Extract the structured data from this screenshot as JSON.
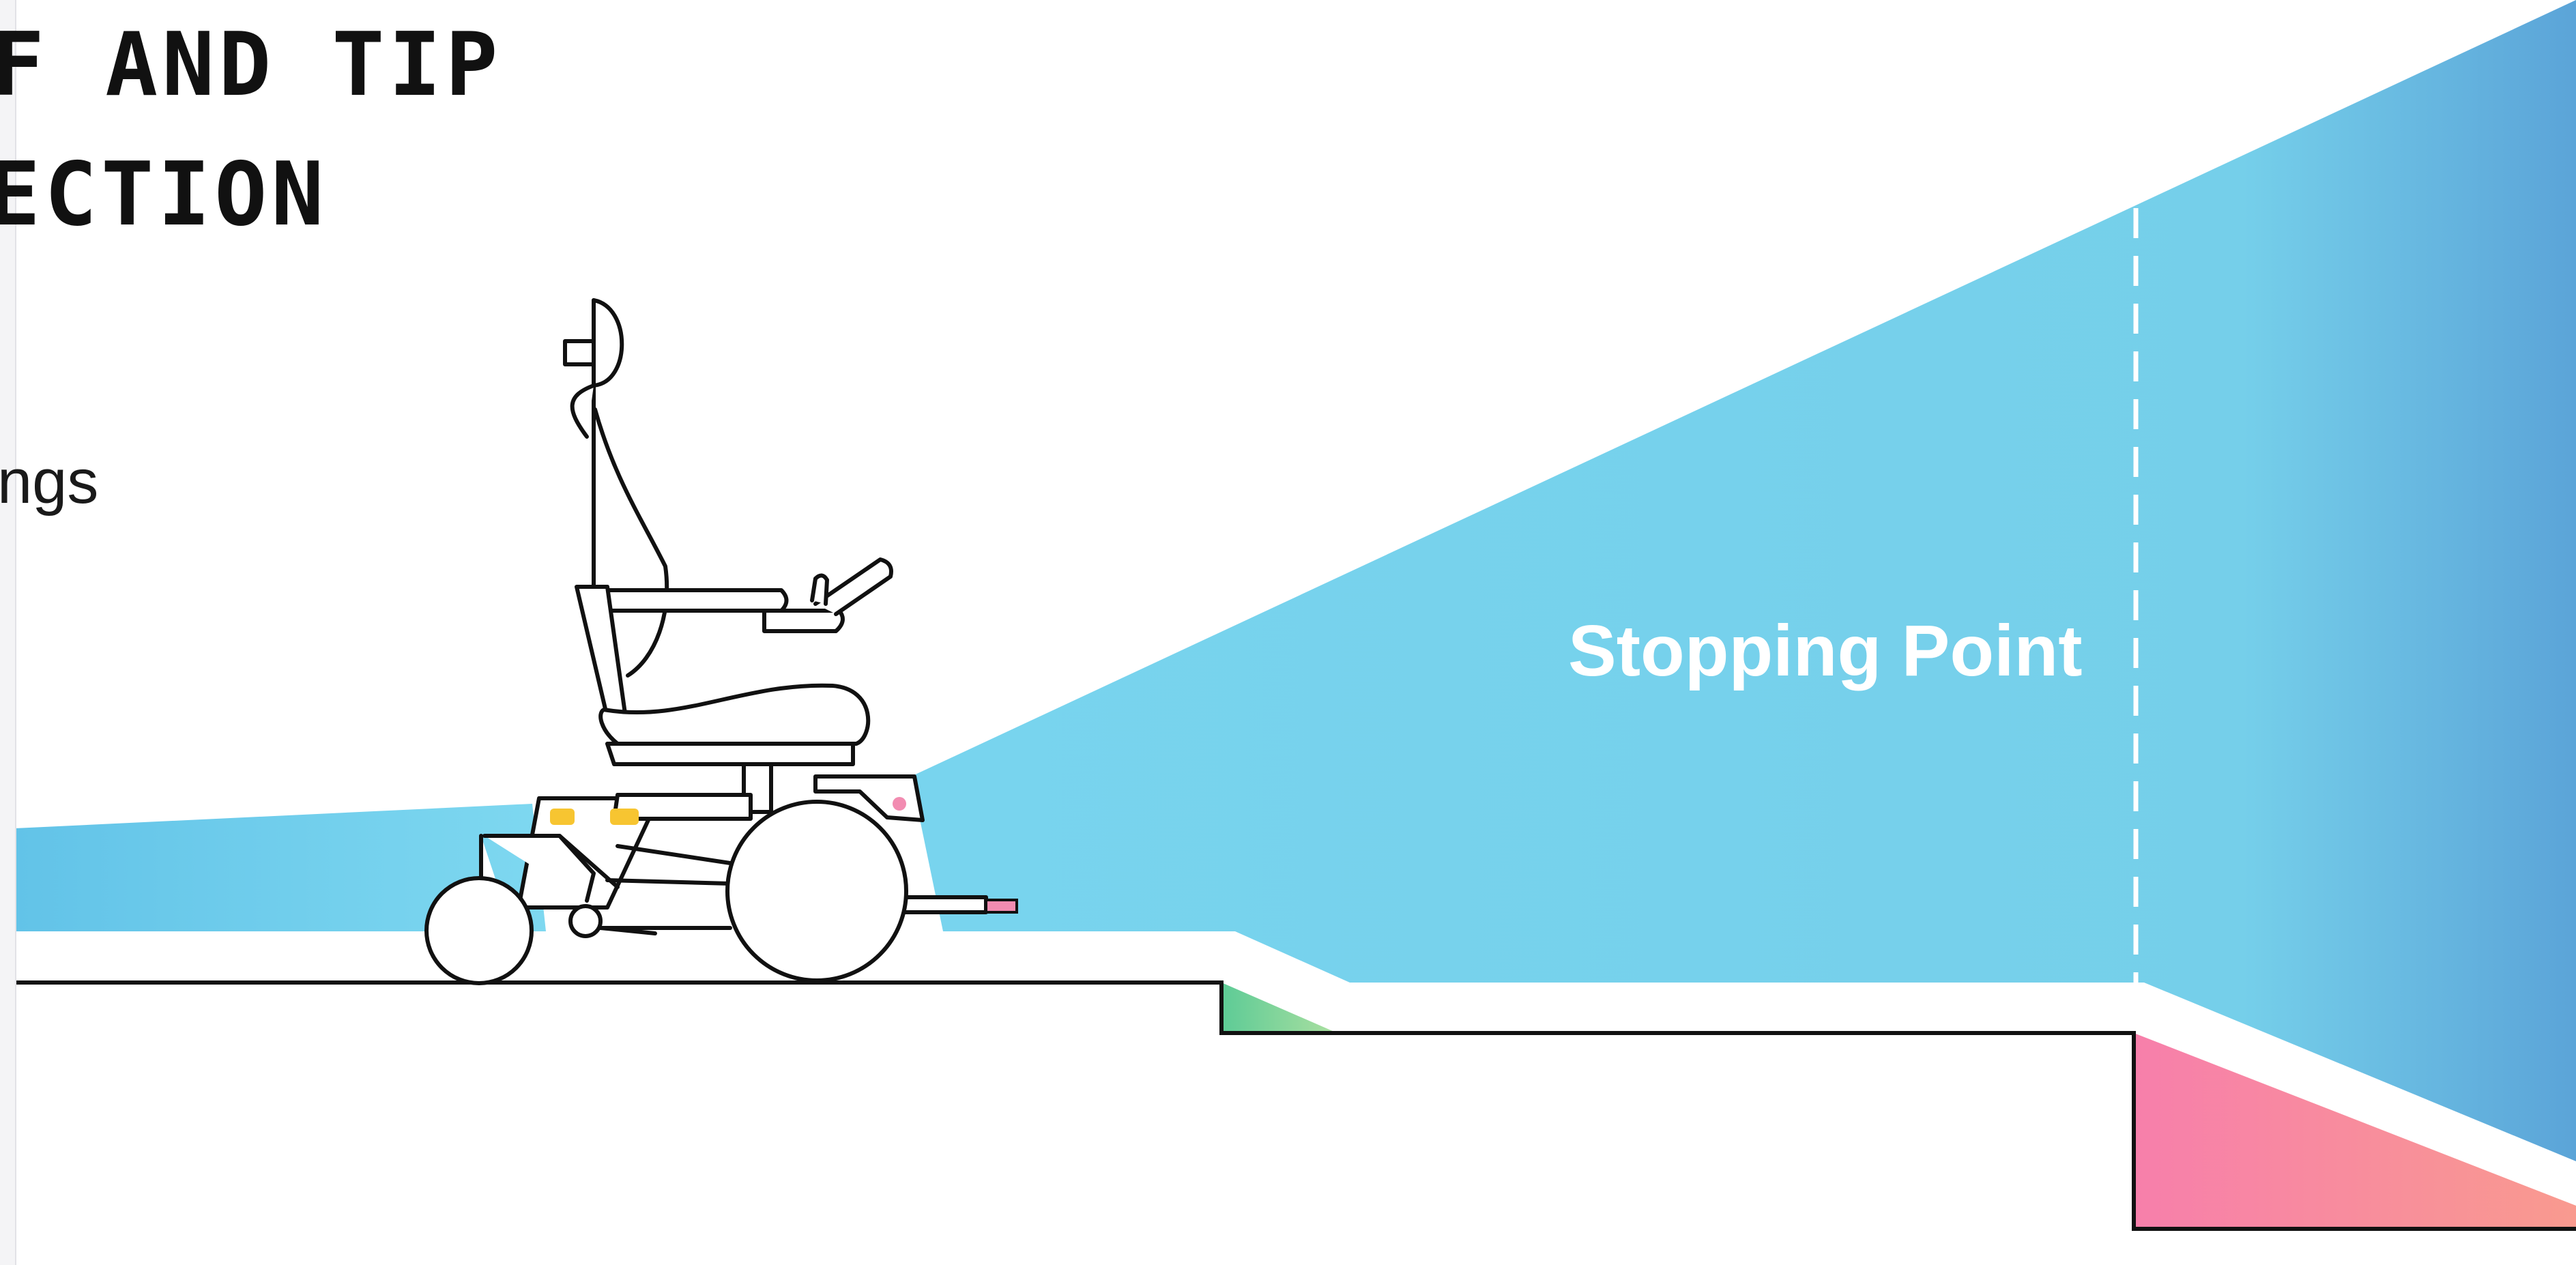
{
  "header": {
    "title_line_1": "F AND TIP",
    "title_line_2": "ECTION",
    "subtitle": "ngs"
  },
  "diagram": {
    "stopping_point_label": "Stopping Point"
  },
  "colors": {
    "sensor_beam": "#7AD6EE",
    "sensor_beam_far": "#5AA6D8",
    "step_down_hazard": "#6FCF97",
    "drop_off_hazard": "#F77FA8",
    "outline": "#111111",
    "warning_light": "#F7C531",
    "tail_light": "#F28CB1"
  },
  "icons": {
    "wheelchair": "power-wheelchair-icon"
  }
}
